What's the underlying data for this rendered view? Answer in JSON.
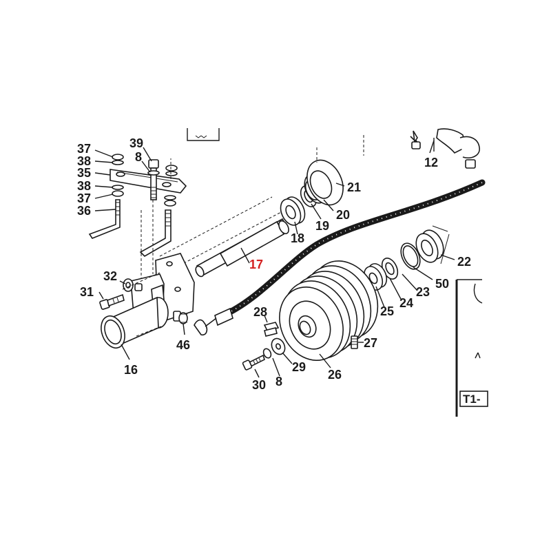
{
  "diagram": {
    "highlight_color": "#d42020",
    "ink_color": "#1a1a1a",
    "inset_code": "T1-",
    "labels": {
      "l37a": "37",
      "l38a": "38",
      "l35": "35",
      "l38b": "38",
      "l37b": "37",
      "l36": "36",
      "l39": "39",
      "l8a": "8",
      "l12": "12",
      "l21": "21",
      "l20": "20",
      "l19": "19",
      "l18": "18",
      "l17": "17",
      "l22": "22",
      "l50": "50",
      "l23": "23",
      "l24": "24",
      "l25": "25",
      "l32": "32",
      "l31": "31",
      "l28": "28",
      "l46": "46",
      "l16": "16",
      "l27": "27",
      "l29": "29",
      "l26": "26",
      "l30": "30",
      "l8b": "8"
    }
  }
}
